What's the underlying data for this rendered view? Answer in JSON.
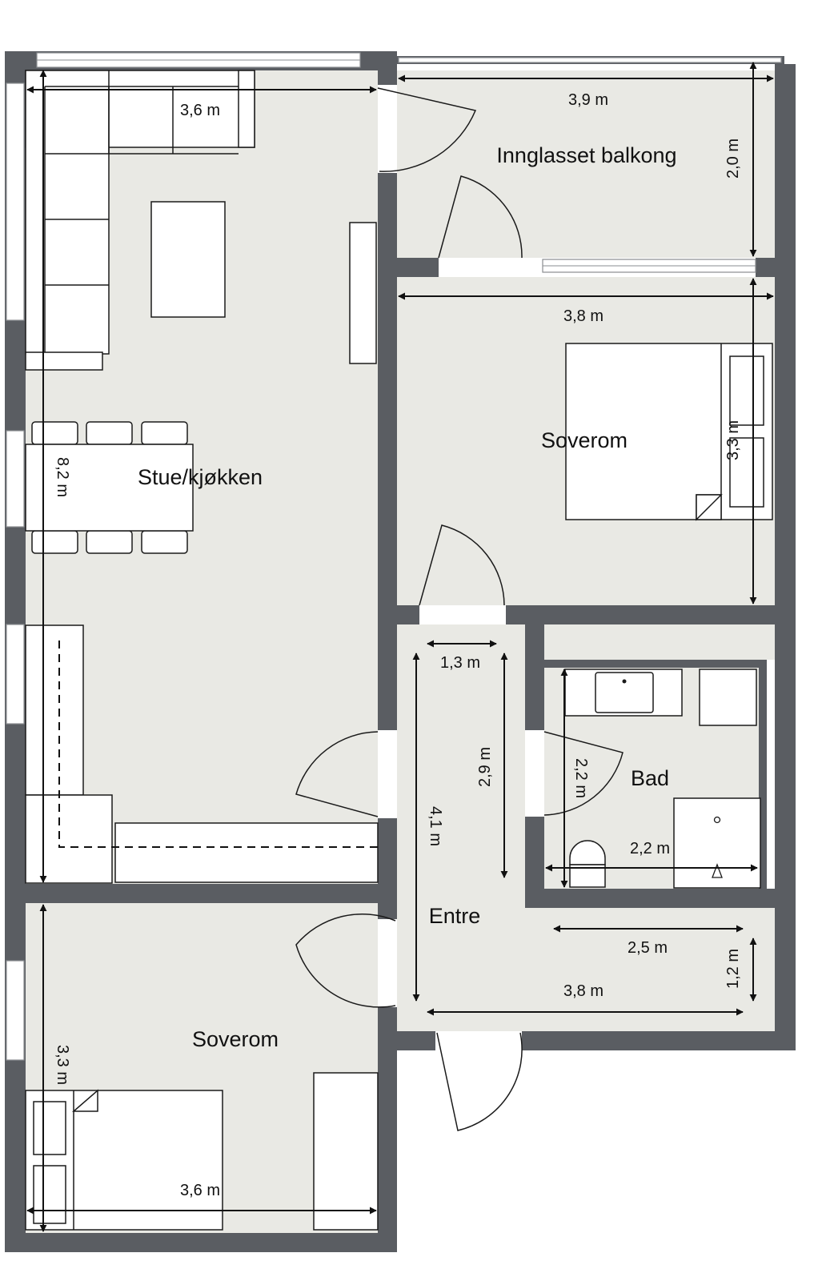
{
  "rooms": {
    "stue": "Stue/kjøkken",
    "balkong": "Innglasset balkong",
    "soverom1": "Soverom",
    "soverom2": "Soverom",
    "bad": "Bad",
    "entre": "Entre"
  },
  "dimensions": {
    "stue_width": "3,6 m",
    "stue_length": "8,2 m",
    "balkong_width": "3,9 m",
    "balkong_depth": "2,0 m",
    "soverom1_width": "3,8 m",
    "soverom1_depth": "3,3 m",
    "entre_upper_width": "1,3 m",
    "entre_upper_length": "2,9 m",
    "entre_length": "4,1 m",
    "bad_depth": "2,2 m",
    "bad_width": "2,2 m",
    "entre_lower_width": "2,5 m",
    "entre_lower_depth": "1,2 m",
    "entre_total_width": "3,8 m",
    "soverom2_depth": "3,3 m",
    "soverom2_width": "3,6 m"
  },
  "colors": {
    "wall": "#5a5d62",
    "floor": "#e9e9e4",
    "line": "#1a1a1a"
  }
}
